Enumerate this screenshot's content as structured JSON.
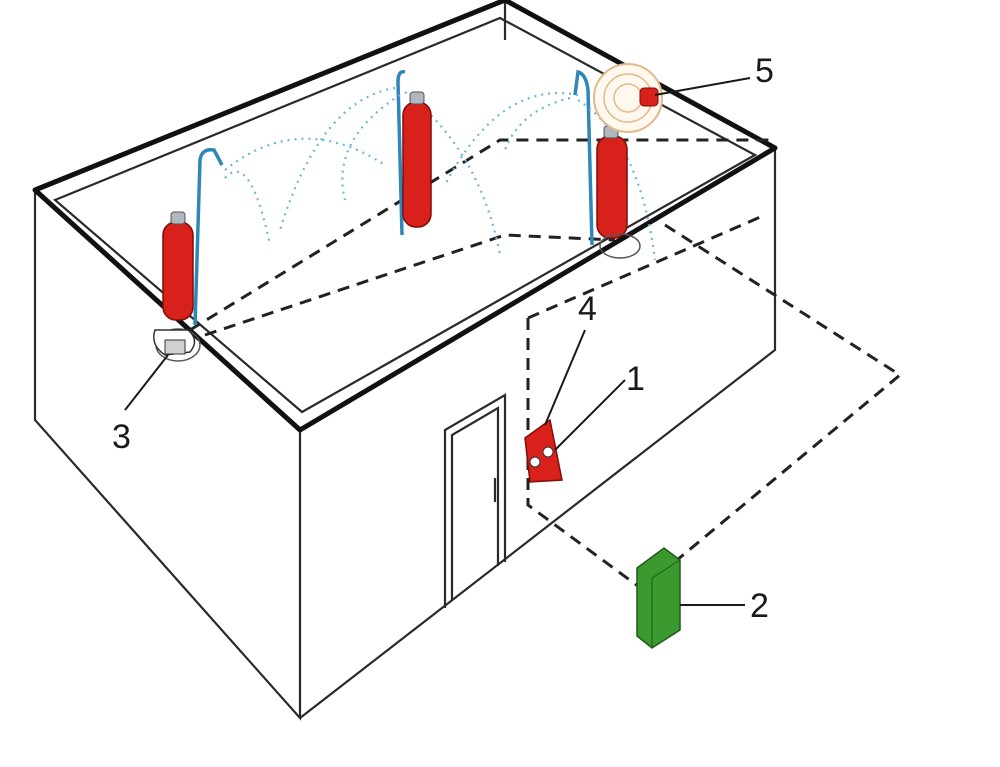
{
  "labels": {
    "n1": "1",
    "n2": "2",
    "n3": "3",
    "n4": "4",
    "n5": "5"
  },
  "colors": {
    "cylinder": "#d9211c",
    "control_panel": "#3a9a2f",
    "spray": "#6fb6d8",
    "pipe": "#2f86b8",
    "lines": "#1a1a1a"
  }
}
